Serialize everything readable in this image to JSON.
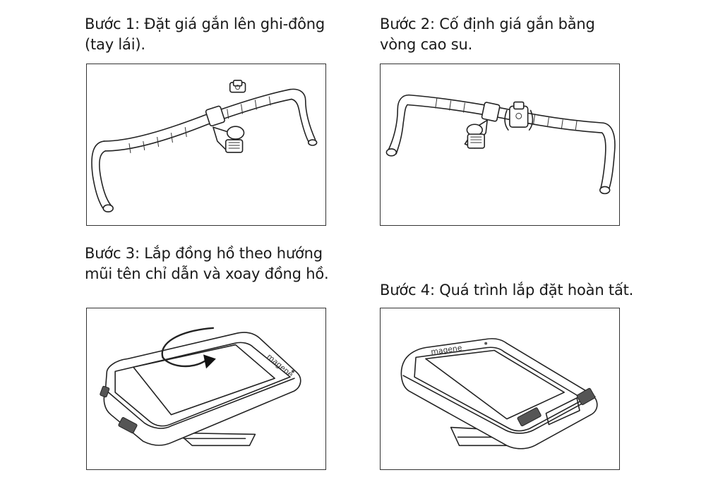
{
  "steps": [
    {
      "line1": "Bước 1: Đặt giá gắn lên ghi-đông",
      "line2": "(tay lái)."
    },
    {
      "line1": "Bước 2: Cố định giá gắn bằng",
      "line2": "vòng cao su."
    },
    {
      "line1": "Bước 3: Lắp đồng hồ theo hướng",
      "line2": "mũi tên chỉ dẫn và xoay đồng hồ."
    },
    {
      "line1": "Bước 4: Quá trình lắp đặt hoàn tất."
    }
  ],
  "device": {
    "brand": "magene"
  },
  "icons": {
    "step1": "handlebar-with-mount-above-icon",
    "step2": "handlebar-mount-attached-icon",
    "step3": "computer-rotate-arrow-icon",
    "step4": "computer-mounted-icon"
  }
}
